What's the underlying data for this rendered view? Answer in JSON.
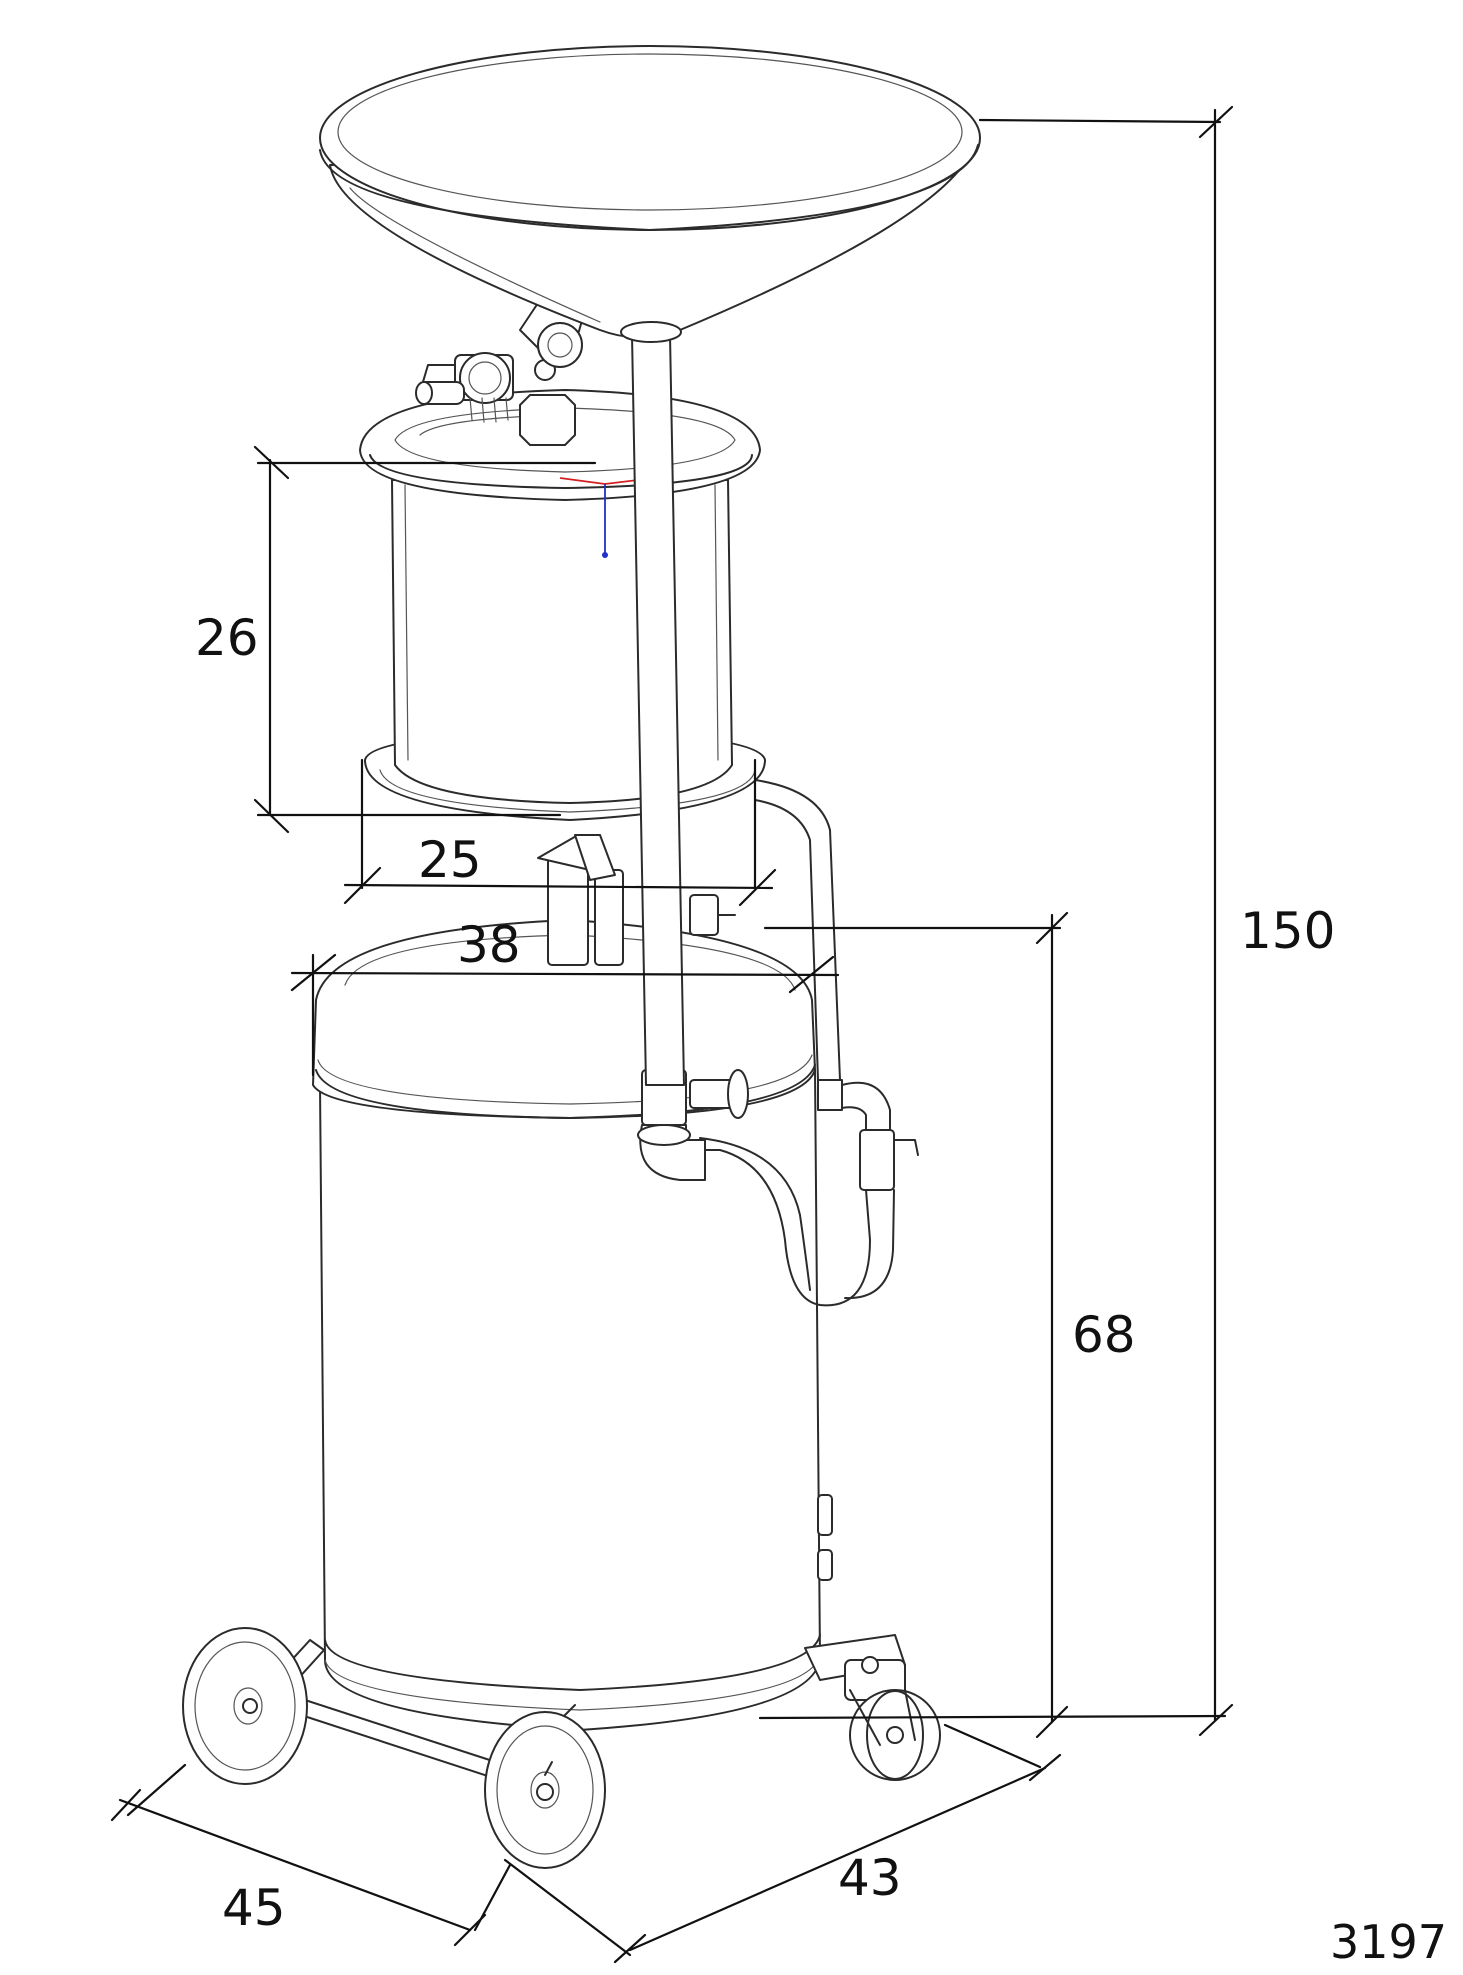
{
  "dimensions": {
    "total_height": "150",
    "lower_tank_height": "68",
    "upper_tank_height": "26",
    "upper_tank_diameter": "25",
    "lower_tank_diameter": "38",
    "base_depth": "45",
    "base_width": "43"
  },
  "drawing_code": "3197",
  "colors": {
    "line": "#2b2b2b",
    "dimension": "#111111",
    "axis_red": "#d42020",
    "axis_blue": "#2030c8",
    "background": "#ffffff"
  }
}
